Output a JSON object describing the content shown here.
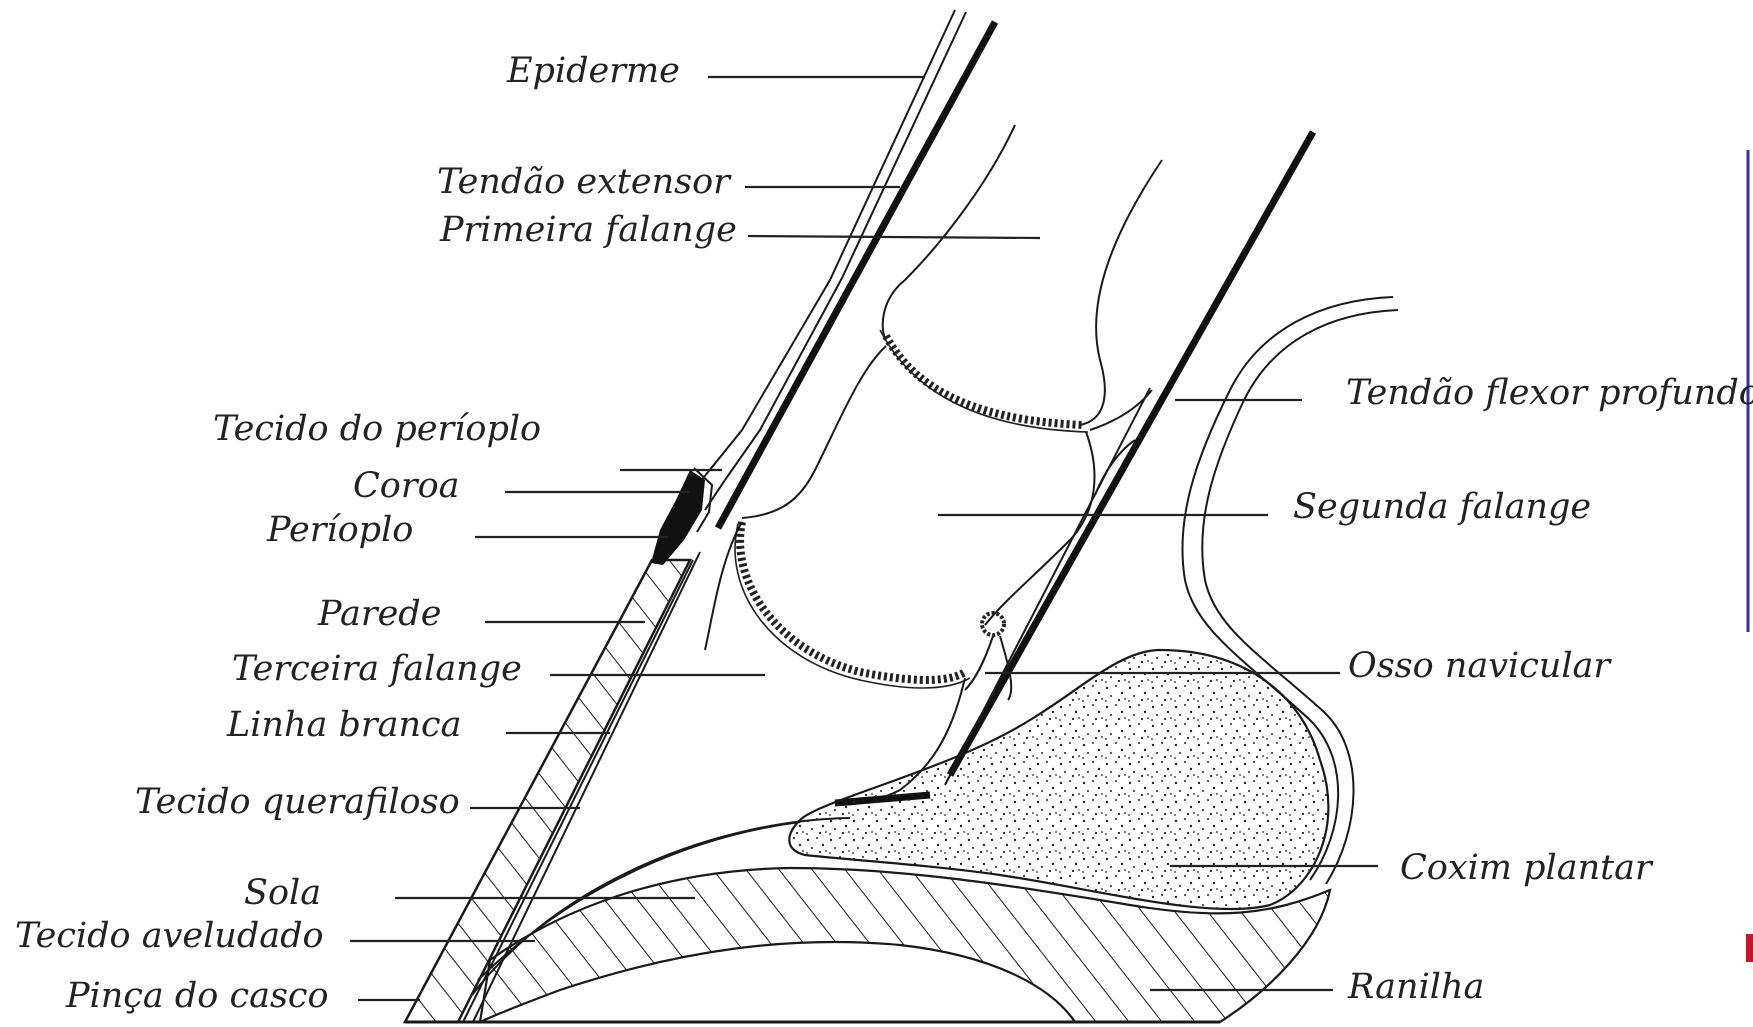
{
  "diagram": {
    "labels": {
      "epiderme": "Epiderme",
      "tendao_extensor": "Tendão extensor",
      "primeira_falange": "Primeira falange",
      "tecido_perioplo": "Tecido do períoplo",
      "coroa": "Coroa",
      "perioplo": "Períoplo",
      "parede": "Parede",
      "terceira_falange": "Terceira falange",
      "linha_branca": "Linha branca",
      "tecido_querafiloso": "Tecido querafiloso",
      "sola": "Sola",
      "tecido_aveludado": "Tecido aveludado",
      "pinca_casco": "Pinça do casco",
      "tendao_flexor": "Tendão flexor profundo",
      "segunda_falange": "Segunda falange",
      "osso_navicular": "Osso navicular",
      "coxim_plantar": "Coxim plantar",
      "ranilha": "Ranilha"
    },
    "colors": {
      "ink": "#1a1a1a",
      "frame_accent": "#3a2db0",
      "corner_mark": "#c0182a"
    }
  }
}
